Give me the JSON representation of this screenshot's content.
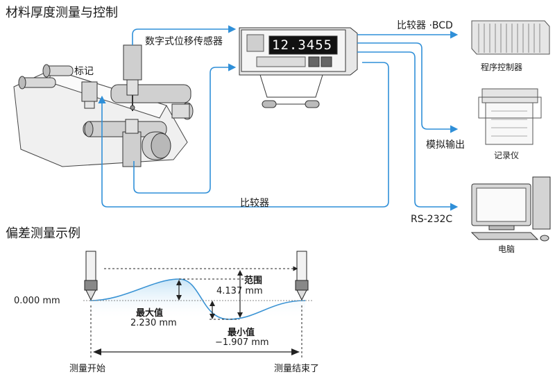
{
  "titles": {
    "top": "材料厚度测量与控制",
    "bottom": "偏差测量示例"
  },
  "labels": {
    "sensor": "数字式位移传感器",
    "marker": "标记",
    "comparator_bottom": "比较器",
    "comparator_bcd": "比较器 ·BCD",
    "analog_output": "模拟输出",
    "rs232c": "RS-232C",
    "plc": "程序控制器",
    "recorder": "记录仪",
    "computer": "电脑",
    "display_value": "12.3455"
  },
  "deviation": {
    "zero_label": "0.000 mm",
    "range_title": "范围",
    "range_value": "4.137 mm",
    "max_title": "最大值",
    "max_value": "2.230 mm",
    "min_title": "最小值",
    "min_value": "−1.907 mm",
    "start_label": "测量开始",
    "end_label": "测量结束了"
  },
  "colors": {
    "flow_arrow": "#2f8fd8",
    "curve": "#3a93d4",
    "display_bg": "#111111",
    "display_text": "#ffffff"
  }
}
